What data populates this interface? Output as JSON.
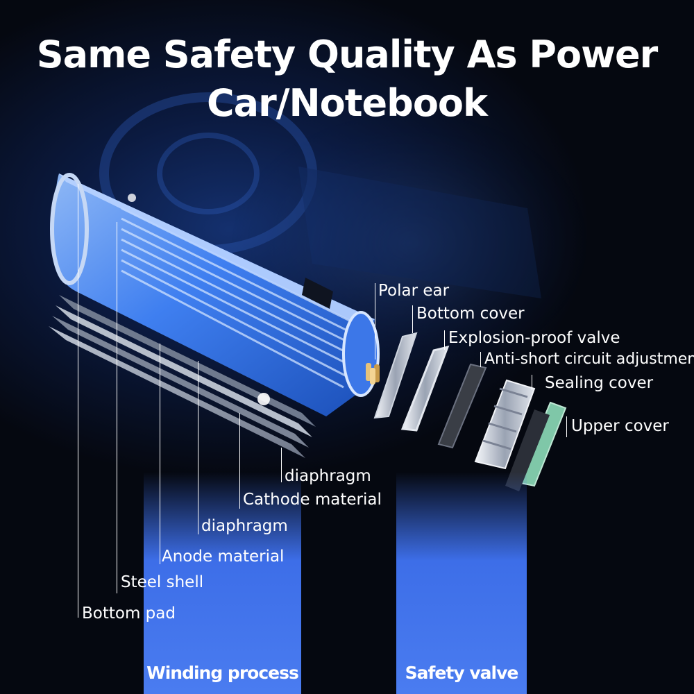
{
  "title": {
    "line1": "Same Safety Quality As Power",
    "line2": "Car/Notebook"
  },
  "cell_labels": {
    "bottom_pad": "Bottom pad",
    "steel_shell": "Steel shell",
    "anode_material": "Anode material",
    "diaphragm_1": "diaphragm",
    "cathode_material": "Cathode material",
    "diaphragm_2": "diaphragm"
  },
  "cap_labels": {
    "polar_ear": "Polar ear",
    "bottom_cover": "Bottom cover",
    "explosion_proof_valve": "Explosion-proof valve",
    "anti_short_circuit_adjustment": "Anti-short circuit adjustment",
    "sealing_cover": "Sealing cover",
    "upper_cover": "Upper cover"
  },
  "sections": {
    "winding_process": "Winding process",
    "safety_valve": "Safety valve"
  },
  "colors": {
    "accent_blue": "#3d6ee8",
    "background": "#05070f",
    "cell_blue": "#4f8ff5",
    "upper_cover_green": "#7fc7a8"
  }
}
